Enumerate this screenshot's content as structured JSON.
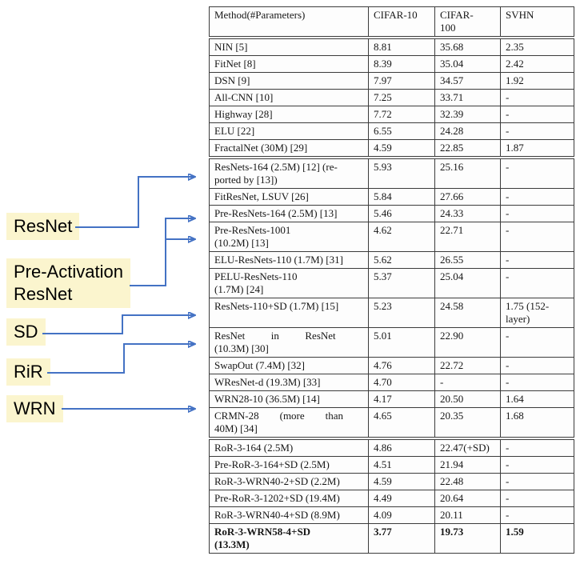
{
  "annotations": {
    "labels": [
      {
        "id": "resnet",
        "text": "ResNet"
      },
      {
        "id": "pre-activation",
        "text": "Pre-Activation\nResNet"
      },
      {
        "id": "sd",
        "text": "SD"
      },
      {
        "id": "rir",
        "text": "RiR"
      },
      {
        "id": "wrn",
        "text": "WRN"
      }
    ],
    "arrow_color": "#4472C4",
    "label_bg": "#FBF5CE"
  },
  "table": {
    "headers": [
      "Method(#Parameters)",
      "CIFAR-10",
      "CIFAR-\n100",
      "SVHN"
    ],
    "sections": [
      {
        "rows": [
          {
            "method": "NIN [5]",
            "c10": "8.81",
            "c100": "35.68",
            "svhn": "2.35"
          },
          {
            "method": "FitNet [8]",
            "c10": "8.39",
            "c100": "35.04",
            "svhn": "2.42"
          },
          {
            "method": "DSN [9]",
            "c10": "7.97",
            "c100": "34.57",
            "svhn": "1.92"
          },
          {
            "method": "All-CNN [10]",
            "c10": "7.25",
            "c100": "33.71",
            "svhn": "-"
          },
          {
            "method": "Highway [28]",
            "c10": "7.72",
            "c100": "32.39",
            "svhn": "-"
          },
          {
            "method": "ELU [22]",
            "c10": "6.55",
            "c100": "24.28",
            "svhn": "-"
          },
          {
            "method": "FractalNet (30M) [29]",
            "c10": "4.59",
            "c100": "22.85",
            "svhn": "1.87"
          }
        ]
      },
      {
        "rows": [
          {
            "method": "ResNets-164 (2.5M) [12] (re-\nported by [13])",
            "c10": "5.93",
            "c100": "25.16",
            "svhn": "-"
          },
          {
            "method": "FitResNet, LSUV [26]",
            "c10": "5.84",
            "c100": "27.66",
            "svhn": "-"
          },
          {
            "method": "Pre-ResNets-164 (2.5M) [13]",
            "c10": "5.46",
            "c100": "24.33",
            "svhn": "-"
          },
          {
            "method": "Pre-ResNets-1001\n(10.2M) [13]",
            "c10": "4.62",
            "c100": "22.71",
            "svhn": "-"
          },
          {
            "method": "ELU-ResNets-110 (1.7M) [31]",
            "c10": "5.62",
            "c100": "26.55",
            "svhn": "-"
          },
          {
            "method": "PELU-ResNets-110\n(1.7M) [24]",
            "c10": "5.37",
            "c100": "25.04",
            "svhn": "-"
          },
          {
            "method": "ResNets-110+SD (1.7M) [15]",
            "c10": "5.23",
            "c100": "24.58",
            "svhn": "1.75 (152-\nlayer)"
          },
          {
            "method": "ResNet          in          ResNet\n(10.3M) [30]",
            "c10": "5.01",
            "c100": "22.90",
            "svhn": "-"
          },
          {
            "method": "SwapOut (7.4M) [32]",
            "c10": "4.76",
            "c100": "22.72",
            "svhn": "-"
          },
          {
            "method": "WResNet-d (19.3M) [33]",
            "c10": "4.70",
            "c100": "-",
            "svhn": "-"
          },
          {
            "method": "WRN28-10 (36.5M) [14]",
            "c10": "4.17",
            "c100": "20.50",
            "svhn": "1.64"
          },
          {
            "method": "CRMN-28        (more        than\n40M) [34]",
            "c10": "4.65",
            "c100": "20.35",
            "svhn": "1.68"
          }
        ]
      },
      {
        "rows": [
          {
            "method": "RoR-3-164 (2.5M)",
            "c10": "4.86",
            "c100": "22.47(+SD)",
            "svhn": "-"
          },
          {
            "method": "Pre-RoR-3-164+SD (2.5M)",
            "c10": "4.51",
            "c100": "21.94",
            "svhn": "-"
          },
          {
            "method": "RoR-3-WRN40-2+SD (2.2M)",
            "c10": "4.59",
            "c100": "22.48",
            "svhn": "-"
          },
          {
            "method": "Pre-RoR-3-1202+SD (19.4M)",
            "c10": "4.49",
            "c100": "20.64",
            "svhn": "-"
          },
          {
            "method": "RoR-3-WRN40-4+SD (8.9M)",
            "c10": "4.09",
            "c100": "20.11",
            "svhn": "-"
          },
          {
            "method": "RoR-3-WRN58-4+SD\n(13.3M)",
            "c10": "3.77",
            "c100": "19.73",
            "svhn": "1.59",
            "bold": true
          }
        ]
      }
    ]
  }
}
